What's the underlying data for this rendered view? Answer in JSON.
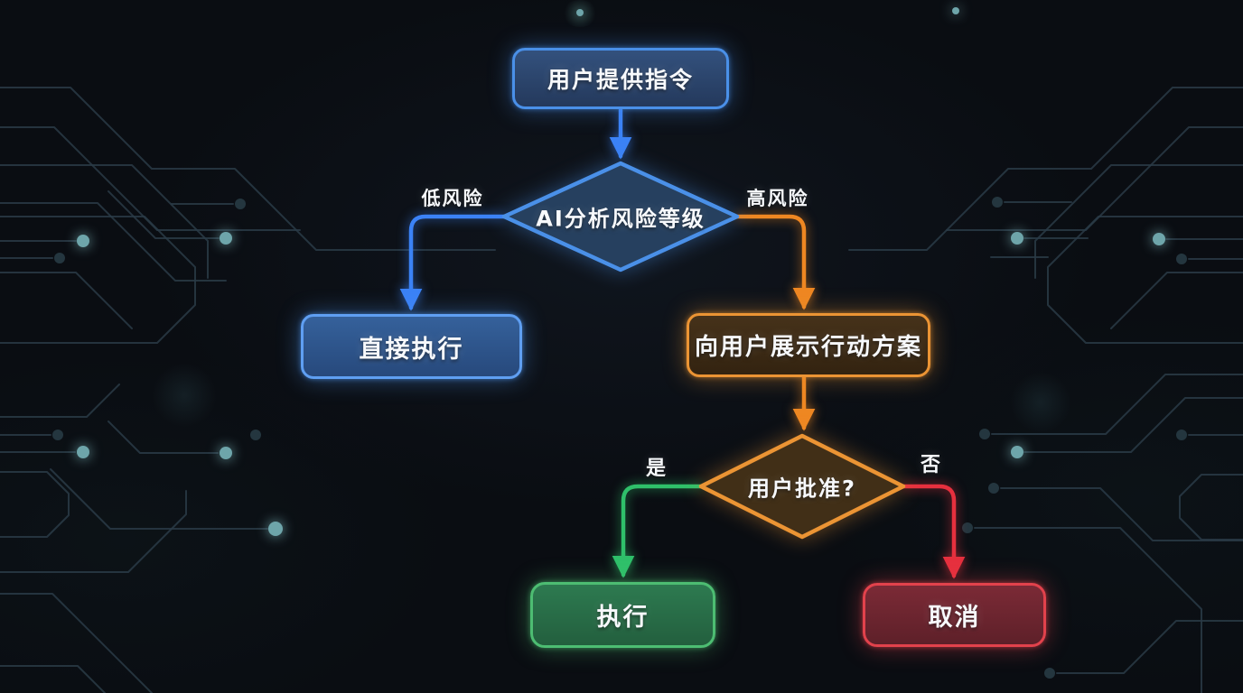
{
  "diagram": {
    "nodes": {
      "start": {
        "label": "用户提供指令"
      },
      "risk": {
        "label": "AI分析风险等级"
      },
      "direct": {
        "label": "直接执行"
      },
      "plan": {
        "label": "向用户展示行动方案"
      },
      "approve": {
        "label": "用户批准?"
      },
      "execute": {
        "label": "执行"
      },
      "cancel": {
        "label": "取消"
      }
    },
    "edges": {
      "low_risk": {
        "label": "低风险"
      },
      "high_risk": {
        "label": "高风险"
      },
      "yes": {
        "label": "是"
      },
      "no": {
        "label": "否"
      }
    }
  },
  "theme": {
    "background": "#0a0d12",
    "blue_line": "#3b82f6",
    "blue_border": "#4a90e8",
    "orange_line": "#ee8722",
    "orange_border": "#eb9434",
    "green_line": "#2fc06a",
    "green_border": "#4dbd72",
    "red_line": "#e6303e",
    "red_border": "#e2424c",
    "trace": "#2a3b47",
    "trace_dot_bright": "#6ea5aa",
    "text": "#f7f9fc"
  }
}
